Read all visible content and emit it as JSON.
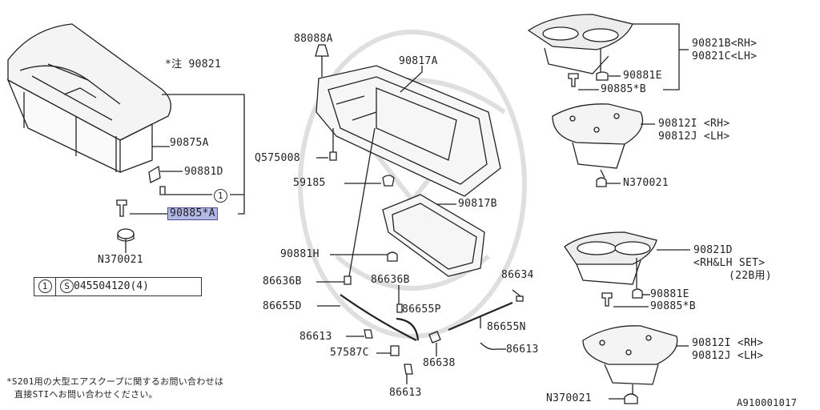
{
  "labels": {
    "scoop_note": "*注 90821",
    "p90875A": "90875A",
    "p90881D": "90881D",
    "callout_1": "1",
    "p90885A": "90885*A",
    "n370021_left": "N370021",
    "p88088A": "88088A",
    "p90817A": "90817A",
    "q575008": "Q575008",
    "p59185": "59185",
    "p90817B": "90817B",
    "p90881H": "90881H",
    "p86636B_1": "86636B",
    "p86636B_2": "86636B",
    "p86634": "86634",
    "p86655D": "86655D",
    "p86655P": "86655P",
    "p86655N": "86655N",
    "p86613_1": "86613",
    "p57587C": "57587C",
    "p86638": "86638",
    "p86613_2": "86613",
    "p86613_3": "86613",
    "p90821B": "90821B<RH>",
    "p90821C": "90821C<LH>",
    "p90881E_1": "90881E",
    "p90885B_1": "90885*B",
    "p90812I_1": "90812I <RH>",
    "p90812J_1": "90812J <LH>",
    "n370021_right1": "N370021",
    "p90821D": "90821D",
    "rh_lh_set": "<RH&LH SET>",
    "b22_use": "(22B用)",
    "p90881E_2": "90881E",
    "p90885B_2": "90885*B",
    "p90812I_2": "90812I <RH>",
    "p90812J_2": "90812J <LH>",
    "n370021_right2": "N370021",
    "diagram_id": "A910001017"
  },
  "table": {
    "ref": "1",
    "symbol": "S",
    "part": "045504120(4)"
  },
  "footnote": {
    "line1": "*S201用の大型エアスクープに関するお問い合わせは",
    "line2": "直接STIへお問い合わせください。"
  }
}
